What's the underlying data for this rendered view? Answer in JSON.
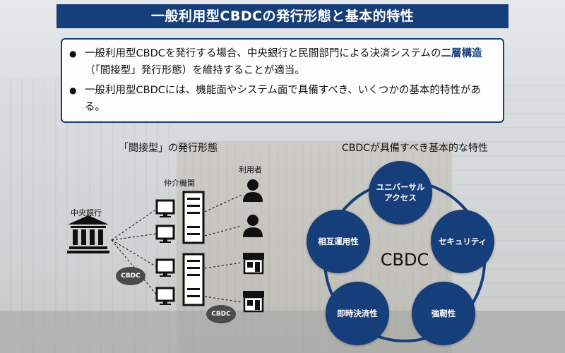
{
  "title": "一般利用型CBDCの発行形態と基本的特性",
  "bullets": [
    {
      "before": "一般利用型CBDCを発行する場合、中央銀行と民間部門による決済システムの",
      "highlight": "二層構造",
      "after": "（「間接型」発行形態）を維持することが適当。"
    },
    {
      "before": "一般利用型CBDCには、機能面やシステム面で具備すべき、いくつかの基本的特性がある。",
      "highlight": "",
      "after": ""
    }
  ],
  "left_diagram": {
    "title": "「間接型」の発行形態",
    "central_bank_label": "中央銀行",
    "intermediary_label": "仲介機関",
    "users_label": "利用者",
    "badge_1": "CBDC",
    "badge_2": "CBDC"
  },
  "right_diagram": {
    "title": "CBDCが具備すべき基本的な特性",
    "center": "CBDC",
    "features": [
      "ユニバーサル\nアクセス",
      "セキュリティ",
      "強靭性",
      "即時決済性",
      "相互運用性"
    ]
  },
  "colors": {
    "navy": "#163e7a",
    "badge": "#4a4a4a"
  }
}
